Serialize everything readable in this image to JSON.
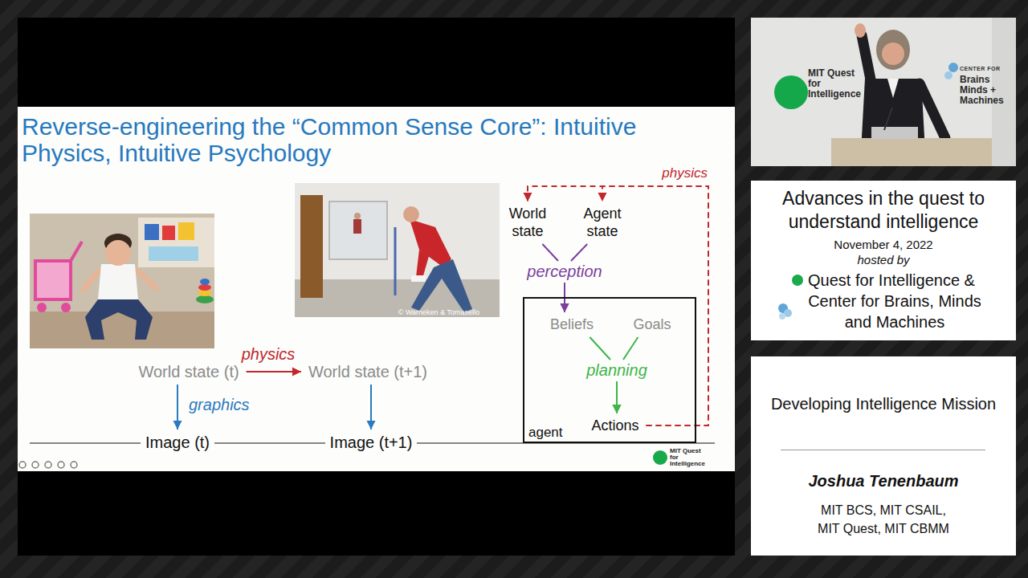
{
  "diagram": {
    "title": "Reverse-engineering the “Common Sense Core”: Intuitive Physics, Intuitive Psychology",
    "nodes": [
      {
        "text": [
          "World state (t)"
        ]
      },
      {
        "text": [
          "World state (t+1)"
        ]
      },
      {
        "text": [
          "Image (t)"
        ]
      },
      {
        "text": [
          "Image (t+1)"
        ]
      },
      {
        "text": [
          "World state"
        ]
      },
      {
        "text": [
          "Agent state"
        ]
      },
      {
        "text": [
          "agent"
        ]
      },
      {
        "text": [
          "Beliefs"
        ],
        "in": 6
      },
      {
        "text": [
          "Goals"
        ],
        "in": 6
      },
      {
        "text": [
          "Actions"
        ],
        "in": 6
      }
    ],
    "edges": [
      {
        "from": 0,
        "to": 1,
        "label": "physics",
        "arrow": "to"
      },
      {
        "from": 0,
        "to": 2,
        "label": "graphics",
        "arrow": "to"
      },
      {
        "from": 1,
        "to": 3,
        "arrow": "to"
      },
      {
        "from": 4,
        "to": 7,
        "label": "perception",
        "arrow": "to"
      },
      {
        "from": 5,
        "to": 7,
        "arrow": "to"
      },
      {
        "from": 7,
        "to": 9,
        "label": "planning",
        "arrow": "to"
      },
      {
        "from": 8,
        "to": 9,
        "arrow": "to"
      },
      {
        "from": 9,
        "to": 4,
        "label": "physics",
        "arrow": "to"
      },
      {
        "from": 9,
        "to": 5,
        "arrow": "to"
      }
    ],
    "labels": [
      "© Warneken & Tomasello",
      "MIT Quest for Intelligence",
      "MIT Quest for Intelligence",
      "CENTER FOR",
      "Brains Minds + Machines",
      "Advances in the quest to understand intelligence",
      "November 4, 2022",
      "hosted by",
      "Quest for Intelligence &",
      "Center for Brains, Minds and Machines",
      "Developing Intelligence Mission",
      "Joshua Tenenbaum",
      "MIT BCS, MIT CSAIL, MIT Quest, MIT CBMM"
    ]
  }
}
